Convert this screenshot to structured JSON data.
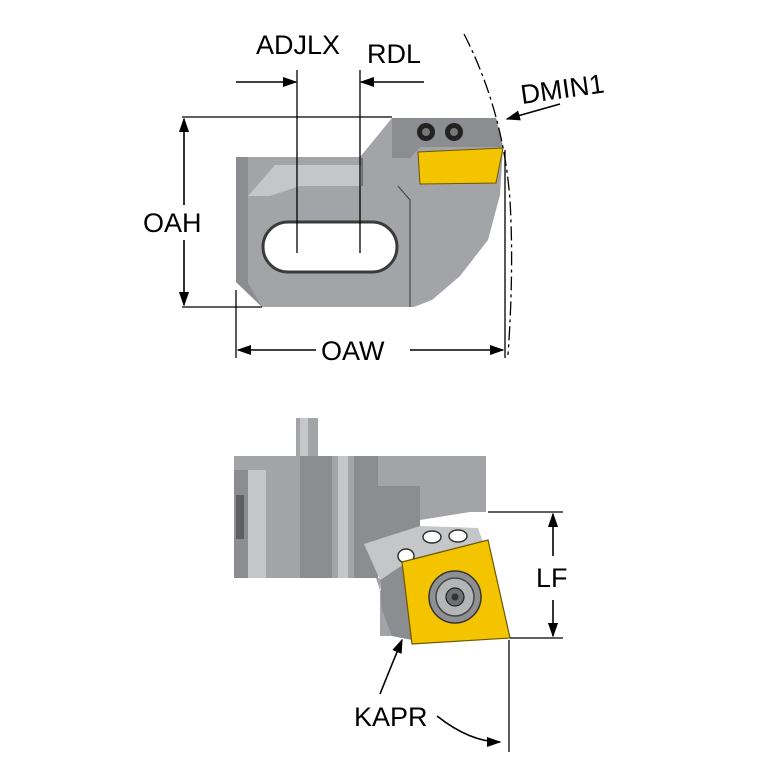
{
  "diagram": {
    "top_view": {
      "labels": {
        "adjlx": "ADJLX",
        "rdl": "RDL",
        "dmin1": "DMIN1",
        "oah": "OAH",
        "oaw": "OAW"
      }
    },
    "side_view": {
      "labels": {
        "lf": "LF",
        "kapr": "KAPR"
      }
    }
  },
  "colors": {
    "body_dark": "#8b8d90",
    "body_mid": "#a2a4a7",
    "body_light": "#c4c6c8",
    "insert_yellow": "#f5c400",
    "line": "#000000"
  }
}
